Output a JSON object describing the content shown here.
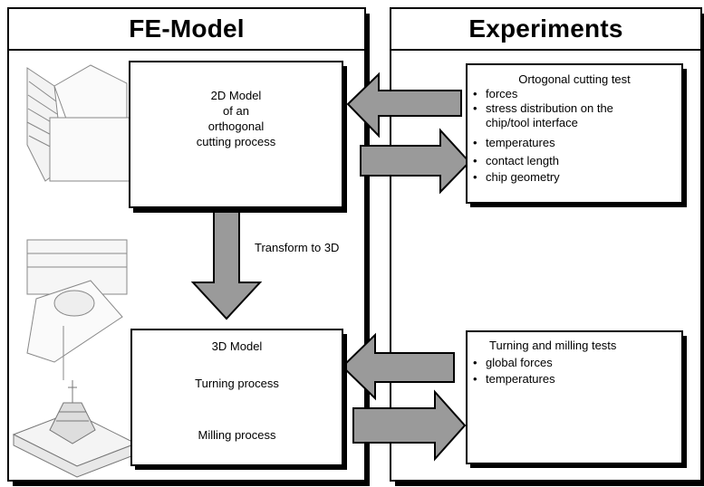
{
  "left_panel": {
    "title": "FE-Model",
    "model2d": [
      "2D Model",
      "of an",
      "orthogonal",
      "cutting process"
    ],
    "transform_label": "Transform to 3D",
    "model3d": {
      "title": "3D Model",
      "turning": "Turning process",
      "milling": "Milling process"
    }
  },
  "right_panel": {
    "title": "Experiments",
    "orthogonal_test": {
      "title": "Ortogonal cutting test",
      "items": [
        "forces",
        "stress distribution on the",
        "chip/tool interface",
        "temperatures",
        "contact length",
        "chip geometry"
      ]
    },
    "turning_milling_tests": {
      "title": "Turning and milling tests",
      "items": [
        "global forces",
        "temperatures"
      ]
    }
  }
}
